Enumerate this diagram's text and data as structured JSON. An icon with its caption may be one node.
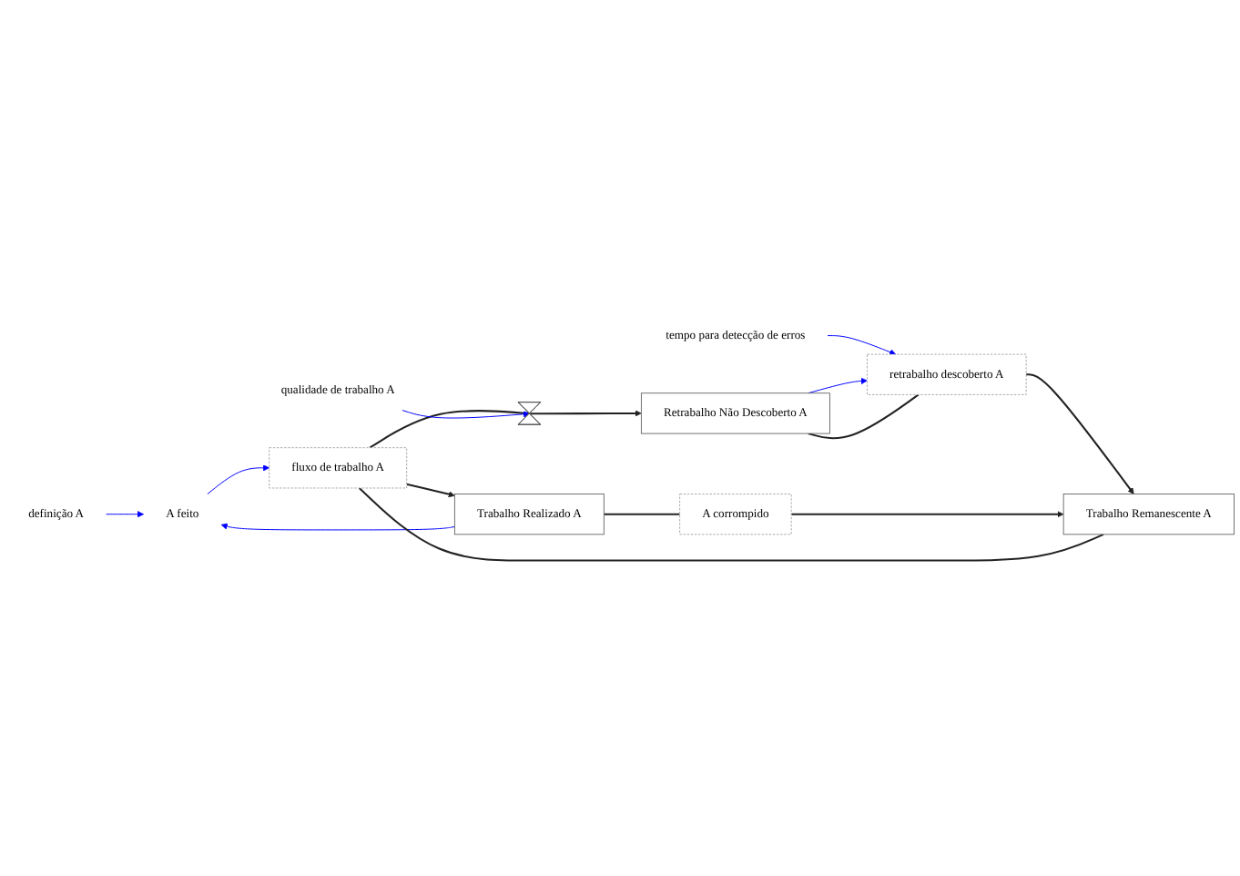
{
  "diagram": {
    "nodes": [
      {
        "text": [
          "definição A"
        ]
      },
      {
        "text": [
          "A feito"
        ]
      },
      {
        "text": [
          "Trabalho Remanescente A"
        ]
      },
      {
        "text": [
          "fluxo de trabalho A"
        ]
      },
      {
        "text": [
          "Trabalho Realizado A"
        ]
      },
      {
        "text": [
          "qualidade de trabalho A"
        ]
      },
      {
        "text": [],
        "shape": "valve"
      },
      {
        "text": [
          "Retrabalho Não Descoberto A"
        ]
      },
      {
        "text": [
          "tempo para detecção de erros"
        ]
      },
      {
        "text": [
          "retrabalho descoberto A"
        ]
      },
      {
        "text": [
          "A corrompido"
        ]
      }
    ],
    "edges": [
      {
        "from": 0,
        "to": 1,
        "arrow": "to",
        "color": "#0000ff"
      },
      {
        "from": 1,
        "to": 3,
        "arrow": "to",
        "color": "#0000ff"
      },
      {
        "from": 4,
        "to": 1,
        "arrow": "to",
        "color": "#0000ff"
      },
      {
        "from": 2,
        "to": 3,
        "arrow": "none"
      },
      {
        "from": 3,
        "to": 4,
        "arrow": "to"
      },
      {
        "from": 3,
        "to": 6,
        "arrow": "none"
      },
      {
        "from": 5,
        "to": 6,
        "arrow": "to",
        "color": "#0000ff"
      },
      {
        "from": 6,
        "to": 7,
        "arrow": "to"
      },
      {
        "from": 8,
        "to": 9,
        "arrow": "to",
        "color": "#0000ff"
      },
      {
        "from": 7,
        "to": 9,
        "arrow": "to",
        "color": "#0000ff"
      },
      {
        "from": 7,
        "to": 9,
        "arrow": "none"
      },
      {
        "from": 9,
        "to": 2,
        "arrow": "to"
      },
      {
        "from": 4,
        "to": 10,
        "arrow": "none"
      },
      {
        "from": 10,
        "to": 2,
        "arrow": "to"
      }
    ]
  }
}
